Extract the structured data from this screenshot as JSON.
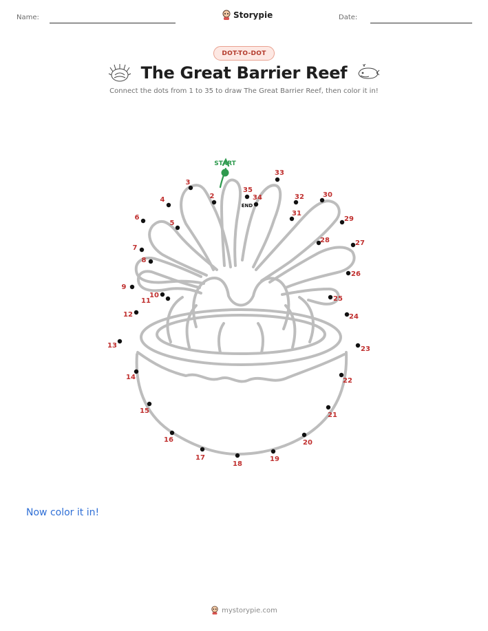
{
  "header": {
    "name_label": "Name:",
    "date_label": "Date:",
    "brand_name": "Storypie"
  },
  "badge": {
    "label": "DOT-TO-DOT"
  },
  "title": "The Great Barrier Reef",
  "subtitle": "Connect the dots from 1 to 35 to draw The Great Barrier Reef, then color it in!",
  "puzzle": {
    "start_label": "START",
    "end_label": "END",
    "dot_count": 35,
    "start_color": "#2e9a4e",
    "dot_color": "#111111",
    "number_color": "#c0302f",
    "outline_color": "#bdbdbd",
    "dots": [
      {
        "n": "1"
      },
      {
        "n": "2"
      },
      {
        "n": "3"
      },
      {
        "n": "4"
      },
      {
        "n": "5"
      },
      {
        "n": "6"
      },
      {
        "n": "7"
      },
      {
        "n": "8"
      },
      {
        "n": "9"
      },
      {
        "n": "10"
      },
      {
        "n": "11"
      },
      {
        "n": "12"
      },
      {
        "n": "13"
      },
      {
        "n": "14"
      },
      {
        "n": "15"
      },
      {
        "n": "16"
      },
      {
        "n": "17"
      },
      {
        "n": "18"
      },
      {
        "n": "19"
      },
      {
        "n": "20"
      },
      {
        "n": "21"
      },
      {
        "n": "22"
      },
      {
        "n": "23"
      },
      {
        "n": "24"
      },
      {
        "n": "25"
      },
      {
        "n": "26"
      },
      {
        "n": "27"
      },
      {
        "n": "28"
      },
      {
        "n": "29"
      },
      {
        "n": "30"
      },
      {
        "n": "31"
      },
      {
        "n": "32"
      },
      {
        "n": "33"
      },
      {
        "n": "34"
      },
      {
        "n": "35"
      }
    ]
  },
  "color_prompt": "Now color it in!",
  "footer": {
    "url": "mystorypie.com"
  }
}
